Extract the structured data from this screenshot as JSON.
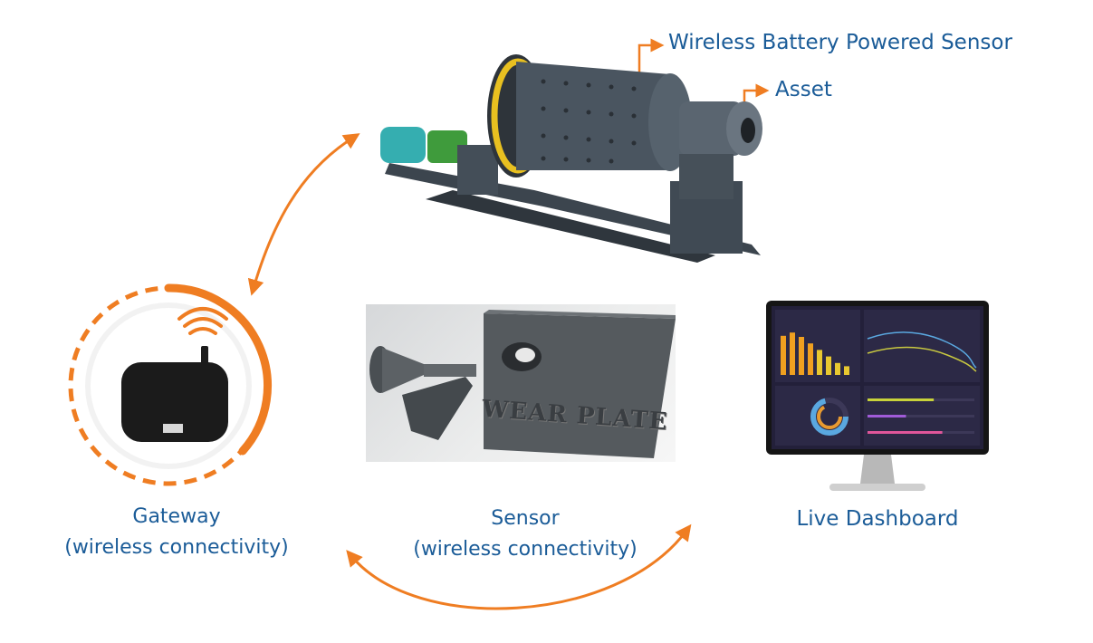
{
  "labels": {
    "sensor_callout": "Wireless Battery Powered Sensor",
    "asset_callout": "Asset",
    "gateway_title": "Gateway",
    "gateway_sub": "(wireless connectivity)",
    "sensor_title": "Sensor",
    "sensor_sub": "(wireless connectivity)",
    "dashboard_title": "Live Dashboard",
    "wear_plate": "WEAR PLATE"
  },
  "dashboard": {
    "bar_values": [
      0.72,
      0.78,
      0.7,
      0.58,
      0.46,
      0.34,
      0.22,
      0.16
    ],
    "progress": [
      {
        "value": 0.62,
        "color": "#c8d23a"
      },
      {
        "value": 0.36,
        "color": "#a05bd8"
      },
      {
        "value": 0.7,
        "color": "#e0569a"
      }
    ]
  },
  "colors": {
    "accent": "#ef7d22",
    "text": "#1b5c98",
    "mill_body": "#4a5560",
    "gear_ring": "#e8c020",
    "motor": "#35aeb0",
    "gearbox": "#3f9b3c",
    "screen_bg": "#23203a"
  }
}
